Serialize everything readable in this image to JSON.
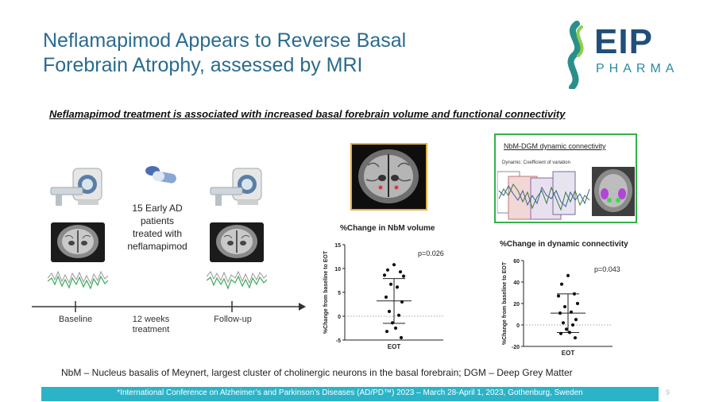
{
  "slide": {
    "title_line1": "Neflamapimod Appears to Reverse Basal",
    "title_line2": "Forebrain Atrophy, assessed by MRI",
    "subtitle": "Neflamapimod treatment is associated with increased basal forebrain volume and functional connectivity",
    "page_number": "9"
  },
  "logo": {
    "eip": "EIP",
    "pharma": "PHARMA"
  },
  "design": {
    "patients_lines": [
      "15 Early AD",
      "patients",
      "treated with",
      "neflamapimod"
    ],
    "baseline_label": "Baseline",
    "treatment_label_line1": "12 weeks",
    "treatment_label_line2": "treatment",
    "followup_label": "Follow-up"
  },
  "connectivity_panel": {
    "title": "NbM-DGM dynamic connectivity",
    "subtitle": "Dynamic: Coefficient of variation"
  },
  "definition": "NbM – Nucleus basalis of Meynert, largest cluster of cholinergic neurons in the basal forebrain; DGM – Deep Grey Matter",
  "footer": "*International Conference on Alzheimer’s and Parkinson’s Diseases (AD/PD™) 2023 – March 28-April 1, 2023, Gothenburg, Sweden",
  "colors": {
    "title": "#2a6b8f",
    "footer_bar": "#2bb4c8",
    "mri_border": "#e3b23c",
    "panel_border": "#34b04a",
    "trace_gray": "#999999",
    "trace_green": "#3aaa5a"
  },
  "chart_data": [
    {
      "type": "scatter",
      "title": "%Change in NbM volume",
      "ylabel": "%Change from baseline to EOT",
      "categories": [
        "EOT"
      ],
      "ylim": [
        -5,
        15
      ],
      "yticks": [
        -5,
        0,
        5,
        10,
        15
      ],
      "p_value": "p=0.026",
      "mean": 3.2,
      "sd_upper": 7.9,
      "sd_lower": -1.5,
      "values": [
        10.8,
        9.7,
        9.3,
        8.6,
        8.4,
        6.7,
        6.1,
        4.0,
        3.0,
        1.0,
        0.2,
        -1.4,
        -2.5,
        -3.2,
        -4.5
      ]
    },
    {
      "type": "scatter",
      "title": "%Change in dynamic connectivity",
      "ylabel": "%Change from baseline to EOT",
      "categories": [
        "EOT"
      ],
      "ylim": [
        -20,
        60
      ],
      "yticks": [
        -20,
        0,
        20,
        40,
        60
      ],
      "p_value": "p=0.043",
      "mean": 11,
      "sd_upper": 29,
      "sd_lower": -7,
      "values": [
        46,
        38,
        29,
        27,
        20,
        17,
        12,
        11,
        5,
        2,
        0,
        -4,
        -7,
        -8,
        -12
      ]
    }
  ]
}
